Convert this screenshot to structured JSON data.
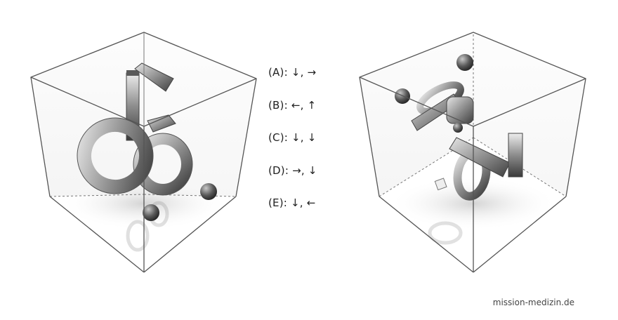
{
  "options": [
    {
      "letter": "(A):",
      "arrows": "↓, →"
    },
    {
      "letter": "(B):",
      "arrows": "←, ↑"
    },
    {
      "letter": "(C):",
      "arrows": "↓, ↓"
    },
    {
      "letter": "(D):",
      "arrows": "→, ↓"
    },
    {
      "letter": "(E):",
      "arrows": "↓, ←"
    }
  ],
  "watermark": "mission-medizin.de",
  "colors": {
    "cube_edge": "#555555",
    "object_gray": "#8a8a8a",
    "text": "#222222"
  }
}
